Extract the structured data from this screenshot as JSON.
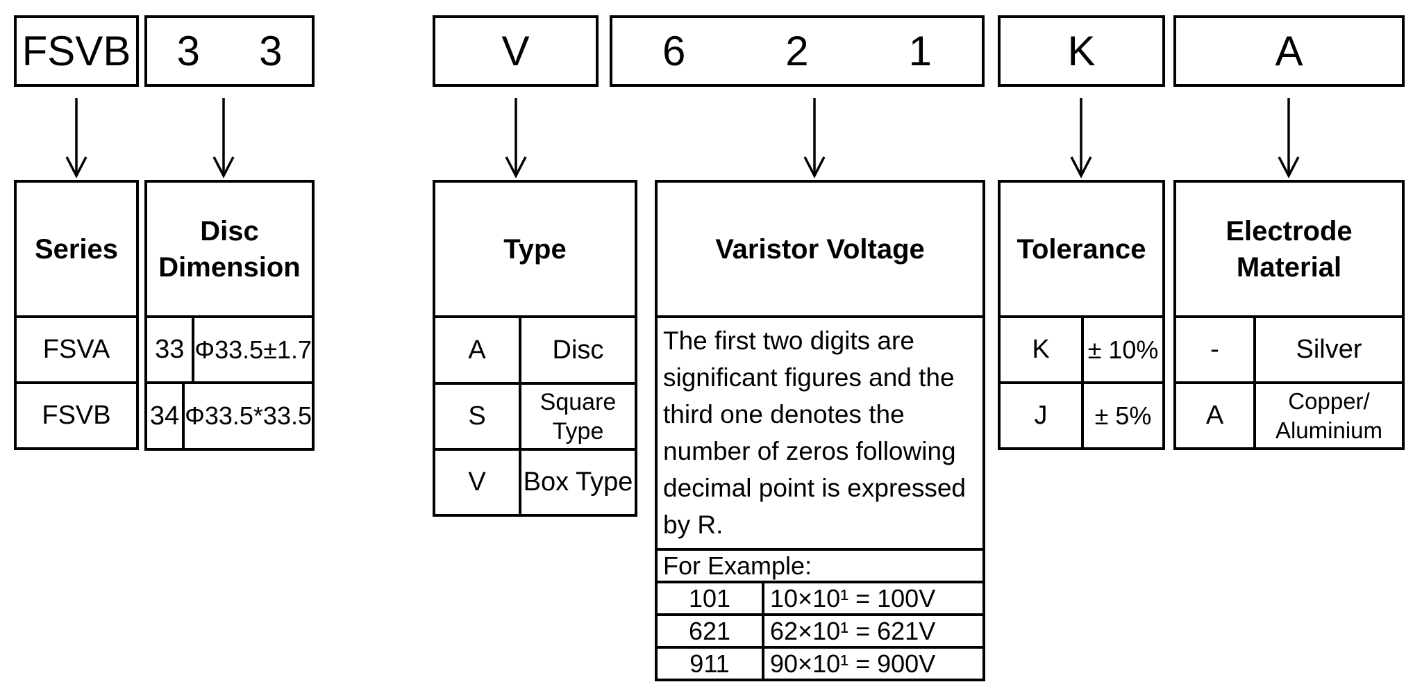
{
  "code_boxes": {
    "series": {
      "chars": [
        "FSVB"
      ]
    },
    "disc_dimension": {
      "chars": [
        "3",
        "3"
      ]
    },
    "type": {
      "chars": [
        "V"
      ]
    },
    "varistor_voltage": {
      "chars": [
        "6",
        "2",
        "1"
      ]
    },
    "tolerance": {
      "chars": [
        "K"
      ]
    },
    "electrode_material": {
      "chars": [
        "A"
      ]
    }
  },
  "series": {
    "title": "Series",
    "rows": [
      {
        "value": "FSVA"
      },
      {
        "value": "FSVB"
      }
    ]
  },
  "disc_dimension": {
    "title_lines": [
      "Disc",
      "Dimension"
    ],
    "rows": [
      {
        "code": "33",
        "value": "Φ33.5±1.7"
      },
      {
        "code": "34",
        "value": "Φ33.5*33.5"
      }
    ]
  },
  "type": {
    "title": "Type",
    "rows": [
      {
        "code": "A",
        "value_lines": [
          "Disc"
        ]
      },
      {
        "code": "S",
        "value_lines": [
          "Square",
          "Type"
        ]
      },
      {
        "code": "V",
        "value_lines": [
          "Box Type"
        ]
      }
    ]
  },
  "varistor_voltage": {
    "title": "Varistor Voltage",
    "description_lines": [
      "The first two digits are",
      "significant figures and the",
      "third one denotes the",
      "number of zeros following",
      "decimal point is expressed",
      "by R."
    ],
    "example_label": "For Example:",
    "examples": [
      {
        "code": "101",
        "value": "10×10¹ = 100V"
      },
      {
        "code": "621",
        "value": "62×10¹ = 621V"
      },
      {
        "code": "911",
        "value": "90×10¹ = 900V"
      }
    ]
  },
  "tolerance": {
    "title": "Tolerance",
    "rows": [
      {
        "code": "K",
        "value": "± 10%"
      },
      {
        "code": "J",
        "value": "± 5%"
      }
    ]
  },
  "electrode_material": {
    "title_lines": [
      "Electrode",
      "Material"
    ],
    "rows": [
      {
        "code": "-",
        "value_lines": [
          "Silver"
        ]
      },
      {
        "code": "A",
        "value_lines": [
          "Copper/",
          "Aluminium"
        ]
      }
    ]
  },
  "colors": {
    "line": "#000000",
    "background": "#ffffff"
  }
}
